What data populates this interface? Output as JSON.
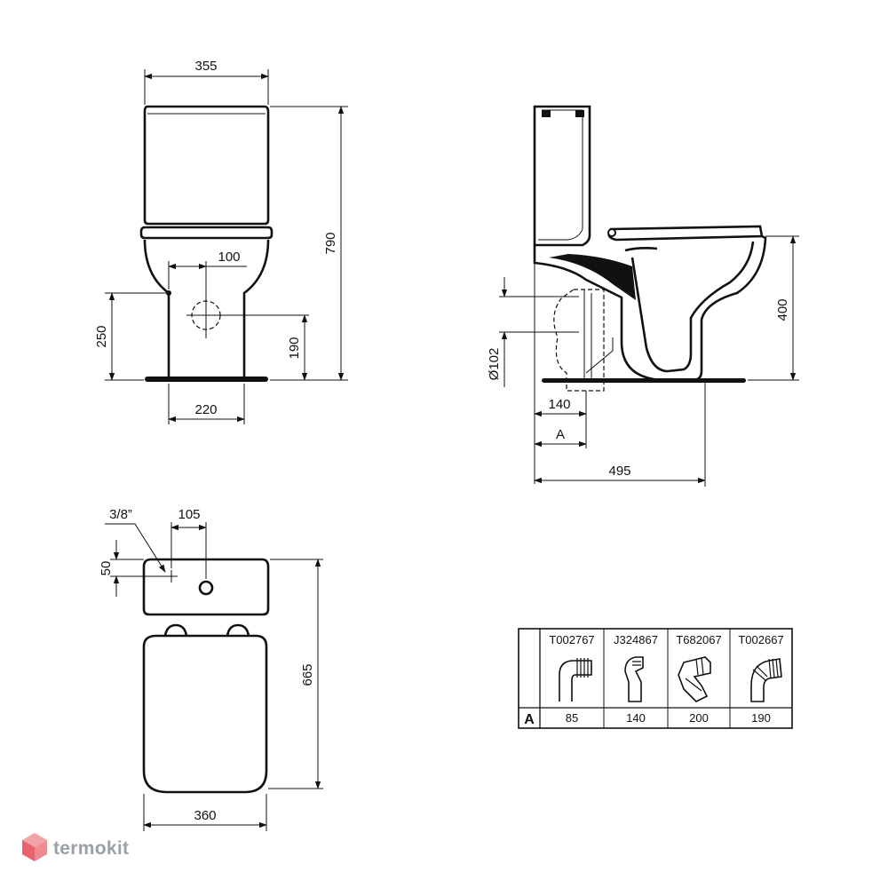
{
  "front_view": {
    "width_top": "355",
    "overall_height": "790",
    "inlet_offset": "100",
    "inlet_height": "250",
    "outlet_height": "190",
    "base_width": "220"
  },
  "side_view": {
    "seat_height": "400",
    "pipe_diameter": "Ø102",
    "wall_distance": "140",
    "variable_dim": "A",
    "overall_depth": "495"
  },
  "top_view": {
    "thread_size": "3/8”",
    "inlet_offset": "105",
    "inlet_depth": "50",
    "overall_length": "665",
    "seat_width": "360"
  },
  "connector_table": {
    "row_label": "A",
    "columns": [
      {
        "code": "T002767",
        "icon": "pan-connector-90-bend-icon",
        "value": "85"
      },
      {
        "code": "J324867",
        "icon": "pan-connector-offset-icon",
        "value": "140"
      },
      {
        "code": "T682067",
        "icon": "pan-connector-adjustable-icon",
        "value": "200"
      },
      {
        "code": "T002667",
        "icon": "pan-connector-flexible-bend-icon",
        "value": "190"
      }
    ]
  },
  "watermark": {
    "text": "termokit",
    "icon": "termokit-cube-logo-icon",
    "color": "#9aa0a6"
  }
}
